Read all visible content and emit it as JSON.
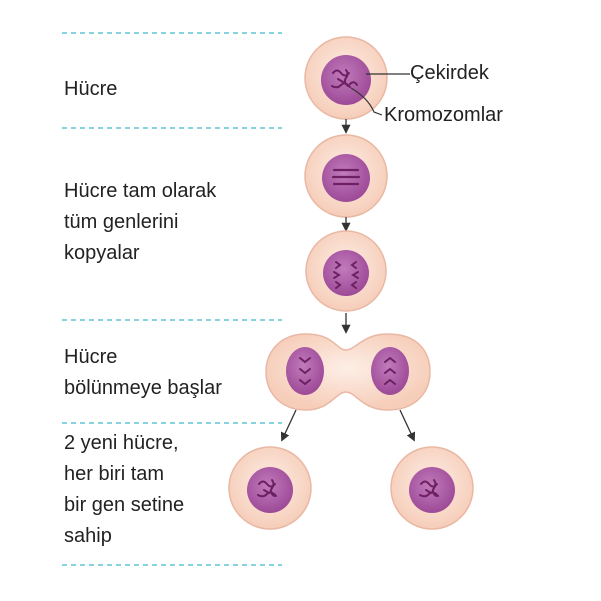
{
  "steps": [
    {
      "label": "Hücre"
    },
    {
      "label": "Hücre tam olarak\ntüm genlerini\nkopyalar"
    },
    {
      "label": "Hücre\nbölünmeye başlar"
    },
    {
      "label": "2 yeni hücre,\nher biri tam\nbir gen setine\nsahip"
    }
  ],
  "callouts": {
    "nucleus": "Çekirdek",
    "chromosomes": "Kromozomlar"
  },
  "colors": {
    "cell_fill": "#fbe3d6",
    "cell_stroke": "#e9b8a4",
    "nucleus_fill": "#b05aa9",
    "chromosome": "#6d2163",
    "separator": "#5ec6d6",
    "arrow": "#333333"
  }
}
